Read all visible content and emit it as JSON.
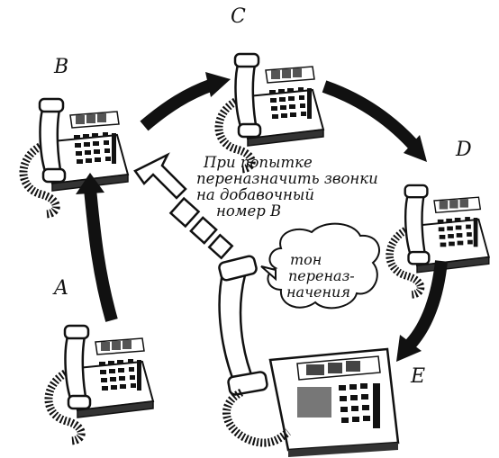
{
  "labels": {
    "a": "A",
    "b": "B",
    "c": "C",
    "d": "D",
    "e": "E"
  },
  "caption": {
    "line1": "При попытке",
    "line2": "переназначить звонки",
    "line3": "на добавочный",
    "line4": "номер B"
  },
  "bubble": {
    "line1": "тон",
    "line2": "переназ-",
    "line3": "начения"
  }
}
